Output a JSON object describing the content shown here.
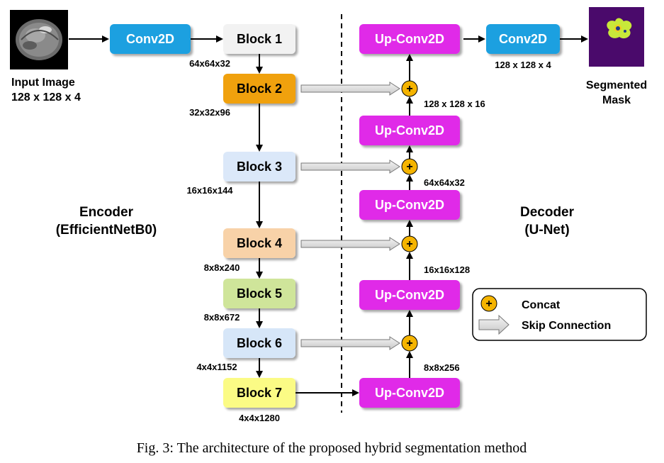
{
  "input": {
    "label_line1": "Input Image",
    "label_line2": "128 x 128 x 4"
  },
  "output": {
    "label_line1": "Segmented",
    "label_line2": "Mask"
  },
  "first_conv": {
    "label": "Conv2D",
    "color": "#1aa0e0"
  },
  "final_conv": {
    "label": "Conv2D",
    "color": "#1aa0e0",
    "dim": "128 x 128 x 4"
  },
  "encoder": {
    "title_line1": "Encoder",
    "title_line2": "(EfficientNetB0)",
    "blocks": [
      {
        "label": "Block 1",
        "color": "#f2f2f2",
        "dim": "64x64x32"
      },
      {
        "label": "Block 2",
        "color": "#f0a10e",
        "dim": "32x32x96"
      },
      {
        "label": "Block 3",
        "color": "#dbe8f9",
        "dim": "16x16x144"
      },
      {
        "label": "Block 4",
        "color": "#f8d2a8",
        "dim": "8x8x240"
      },
      {
        "label": "Block 5",
        "color": "#cfe59a",
        "dim": "8x8x672"
      },
      {
        "label": "Block 6",
        "color": "#d6e6f8",
        "dim": "4x4x1152"
      },
      {
        "label": "Block 7",
        "color": "#fbfb85",
        "dim": "4x4x1280"
      }
    ]
  },
  "decoder": {
    "title_line1": "Decoder",
    "title_line2": "(U-Net)",
    "upconv_color": "#e02ae8",
    "upconvs": [
      {
        "label": "Up-Conv2D"
      },
      {
        "label": "Up-Conv2D",
        "dim": "128 x 128 x 16"
      },
      {
        "label": "Up-Conv2D",
        "dim": "64x64x32"
      },
      {
        "label": "Up-Conv2D",
        "dim": "16x16x128"
      },
      {
        "label": "Up-Conv2D",
        "dim": "8x8x256"
      }
    ]
  },
  "concat_symbol": "+",
  "concat_color": "#f5b400",
  "legend": {
    "concat_label": "Concat",
    "skip_label": "Skip Connection"
  },
  "caption": "Fig. 3: The architecture of the proposed hybrid segmentation method"
}
